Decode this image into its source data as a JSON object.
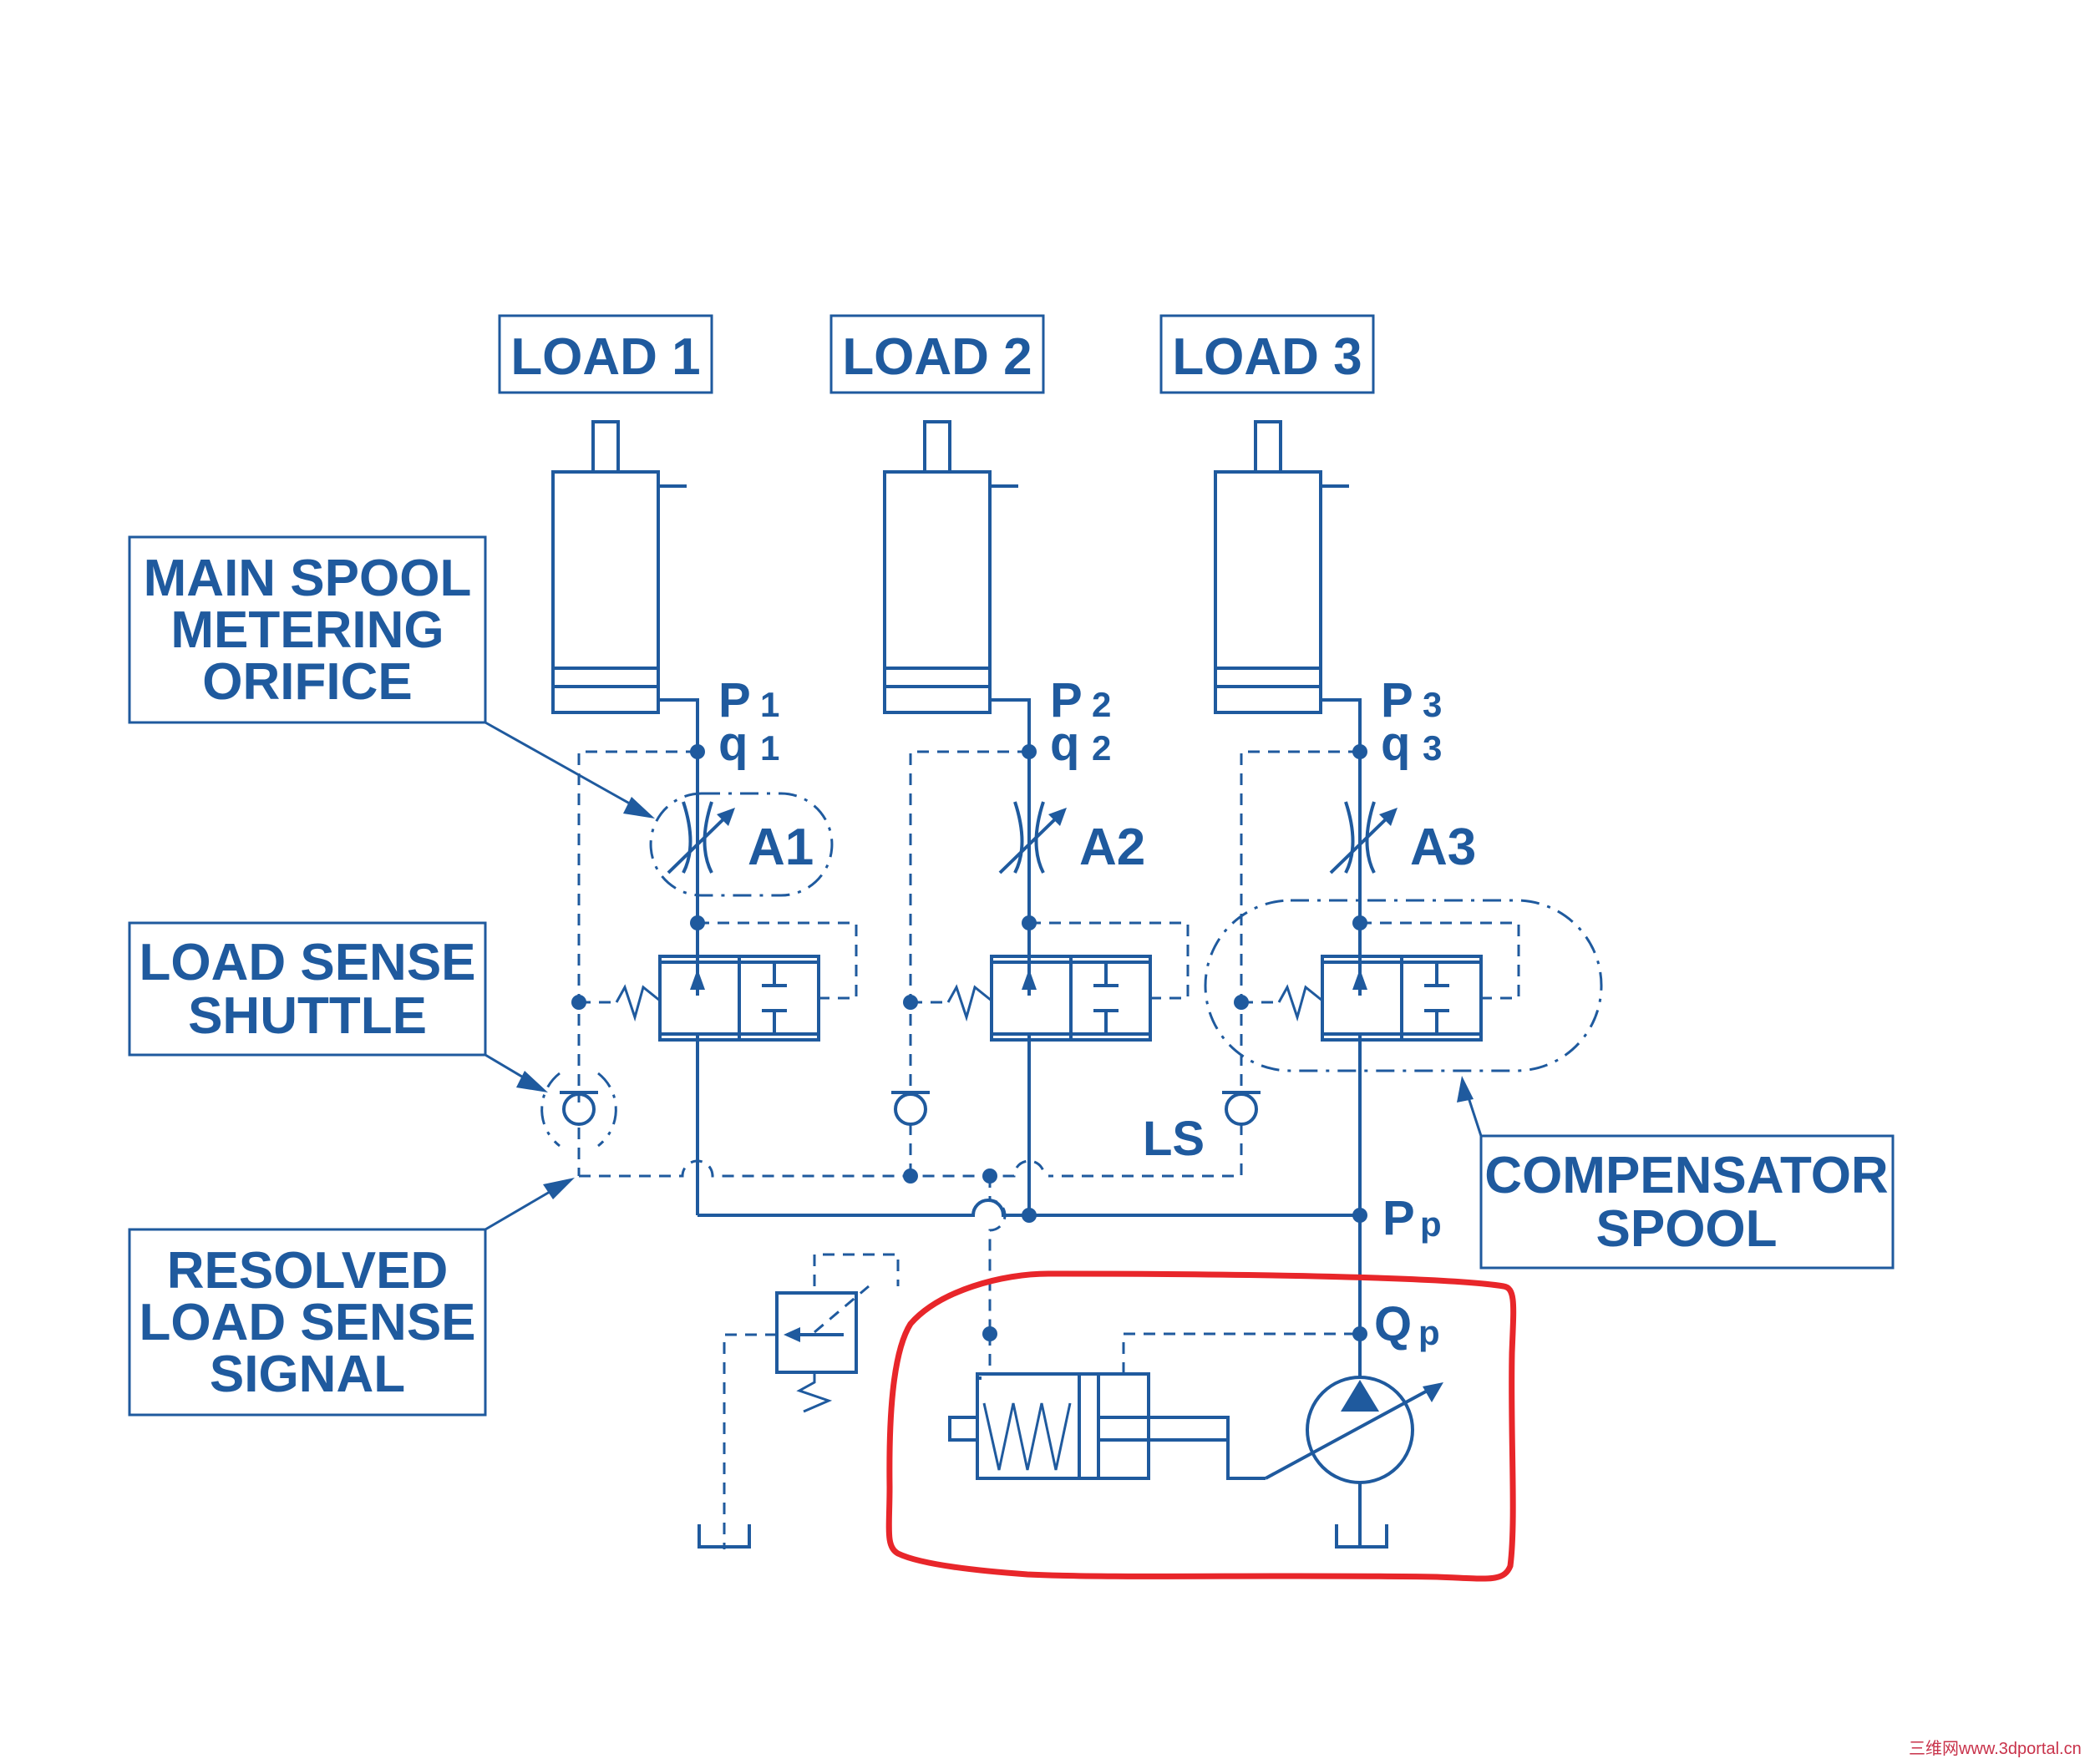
{
  "loads": [
    {
      "label": "LOAD 1",
      "p": "P",
      "p_sub": "1",
      "q": "q",
      "q_sub": "1",
      "orifice": "A1"
    },
    {
      "label": "LOAD 2",
      "p": "P",
      "p_sub": "2",
      "q": "q",
      "q_sub": "2",
      "orifice": "A2"
    },
    {
      "label": "LOAD 3",
      "p": "P",
      "p_sub": "3",
      "q": "q",
      "q_sub": "3",
      "orifice": "A3"
    }
  ],
  "callouts": {
    "main_spool": [
      "MAIN SPOOL",
      "METERING",
      "ORIFICE"
    ],
    "load_sense_shuttle": [
      "LOAD SENSE",
      "SHUTTLE"
    ],
    "resolved_signal": [
      "RESOLVED",
      "LOAD SENSE",
      "SIGNAL"
    ],
    "compensator": [
      "COMPENSATOR",
      "SPOOL"
    ]
  },
  "labels": {
    "ls": "LS",
    "pp": "P",
    "pp_sub": "p",
    "qp": "Q",
    "qp_sub": "p"
  },
  "watermark": "三维网www.3dportal.cn",
  "colors": {
    "line": "#1f5a9e",
    "highlight": "#e8262a",
    "background": "#ffffff"
  }
}
